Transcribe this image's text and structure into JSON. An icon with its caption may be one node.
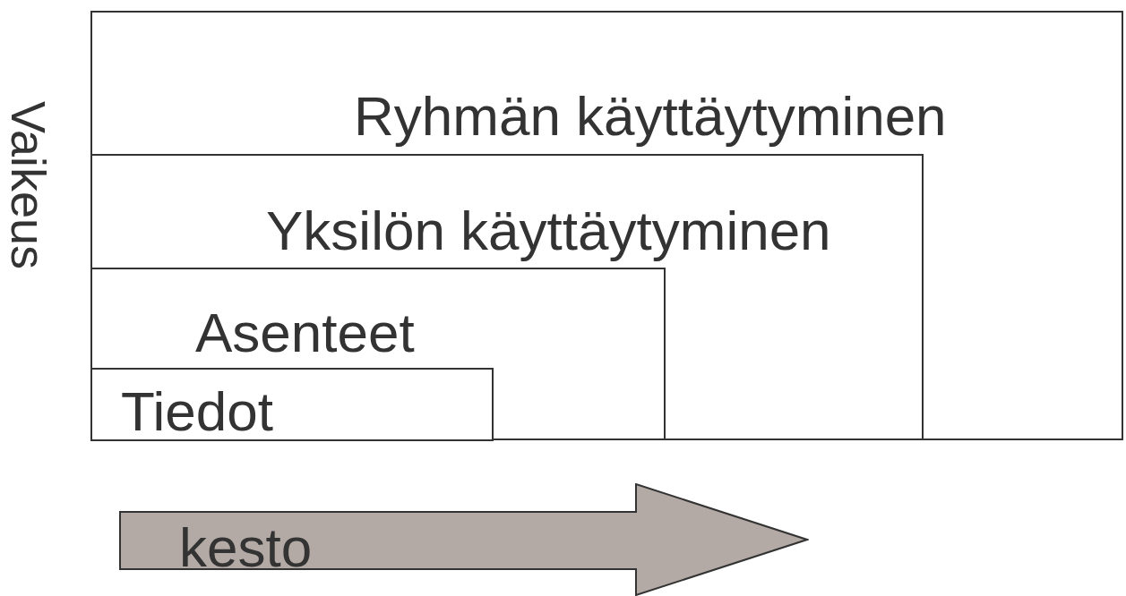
{
  "diagram": {
    "nodes": [
      {
        "text": [
          "Ryhmän käyttäytyminen"
        ]
      },
      {
        "text": [
          "Yksilön käyttäytyminen"
        ],
        "in": 0
      },
      {
        "text": [
          "Asenteet"
        ],
        "in": 1
      },
      {
        "text": [
          "Tiedot"
        ],
        "in": 2
      },
      {
        "text": [
          "kesto"
        ]
      }
    ],
    "labels": [
      "Vaikeus"
    ]
  }
}
